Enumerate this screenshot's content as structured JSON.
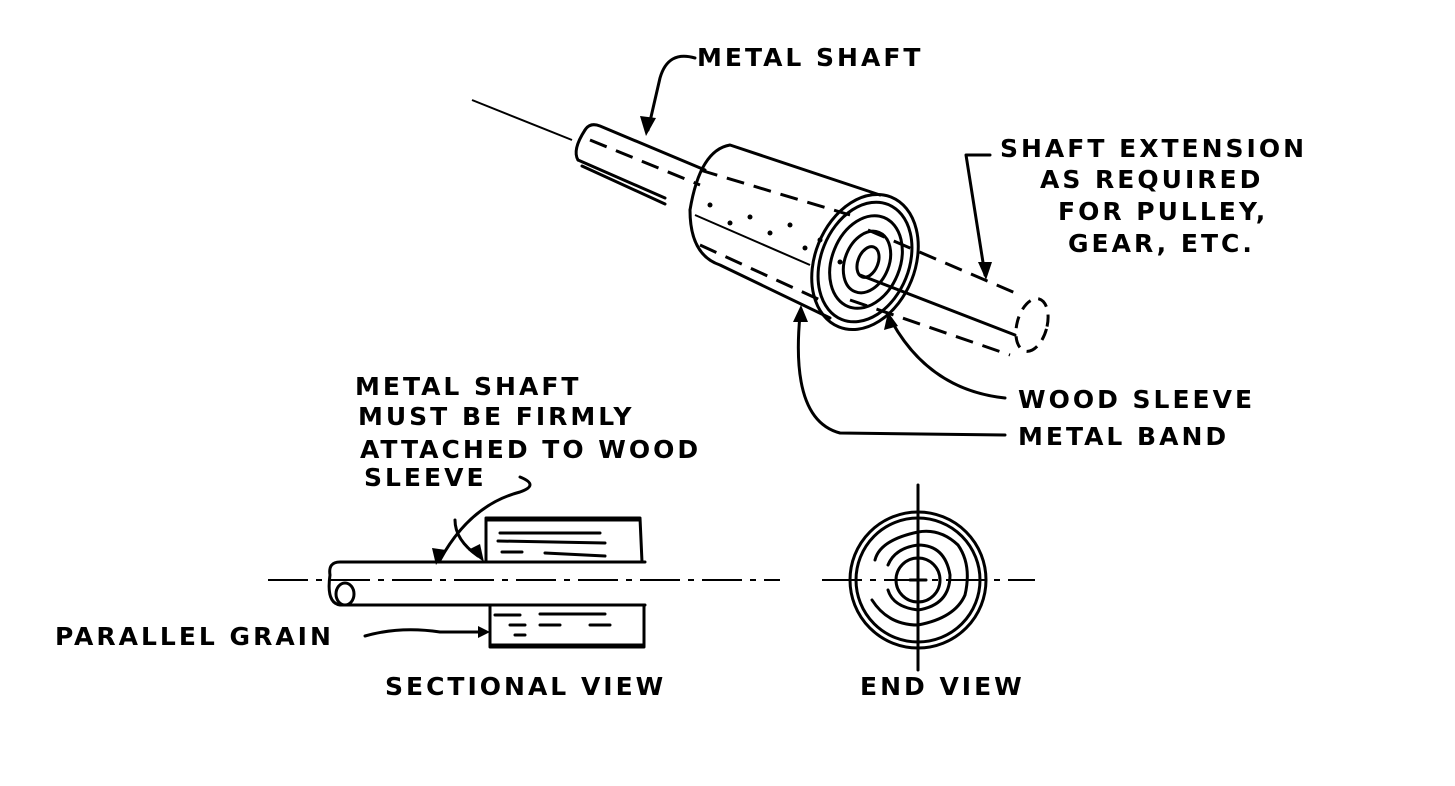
{
  "diagram": {
    "description": "Wood sleeve bearing with metal shaft - isometric, sectional and end views",
    "colors": {
      "ink": "#000000",
      "paper": "#ffffff"
    },
    "labels": {
      "metal_shaft": "METAL SHAFT",
      "shaft_extension": [
        "SHAFT EXTENSION",
        "AS REQUIRED",
        "FOR PULLEY,",
        "GEAR, ETC."
      ],
      "wood_sleeve": "WOOD SLEEVE",
      "metal_band": "METAL BAND",
      "attach_note": [
        "METAL SHAFT",
        "MUST BE FIRMLY",
        "ATTACHED TO WOOD",
        "SLEEVE"
      ],
      "parallel_grain": "PARALLEL GRAIN",
      "sectional_view": "SECTIONAL VIEW",
      "end_view": "END VIEW"
    }
  }
}
